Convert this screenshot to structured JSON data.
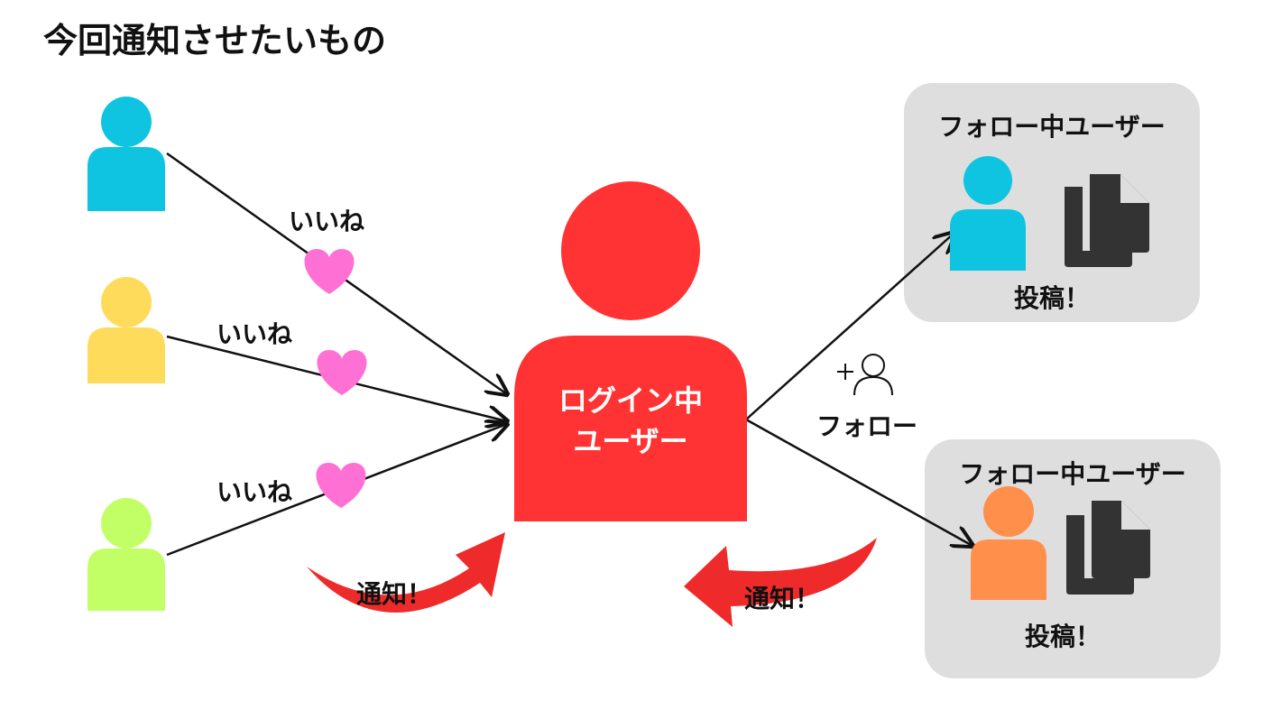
{
  "title": "今回通知させたいもの",
  "center_user": {
    "line1": "ログイン中",
    "line2": "ユーザー",
    "color": "#ff3333"
  },
  "like_label": "いいね",
  "likers": [
    {
      "color": "#0fc4e0"
    },
    {
      "color": "#ffdb5c"
    },
    {
      "color": "#c2ff66"
    }
  ],
  "heart_color": "#ff70d4",
  "follow": {
    "label": "フォロー",
    "icon": "add-user-icon"
  },
  "notify_label": "通知！",
  "panels": [
    {
      "title": "フォロー中ユーザー",
      "post_label": "投稿！",
      "user_color": "#0fc4e0",
      "icon": "documents-icon"
    },
    {
      "title": "フォロー中ユーザー",
      "post_label": "投稿！",
      "user_color": "#ff8f4a",
      "icon": "documents-icon"
    }
  ],
  "colors": {
    "panel_bg": "#dedede",
    "doc": "#333333",
    "arrow": "#111111",
    "notify_arrow": "#ee2a2a"
  }
}
